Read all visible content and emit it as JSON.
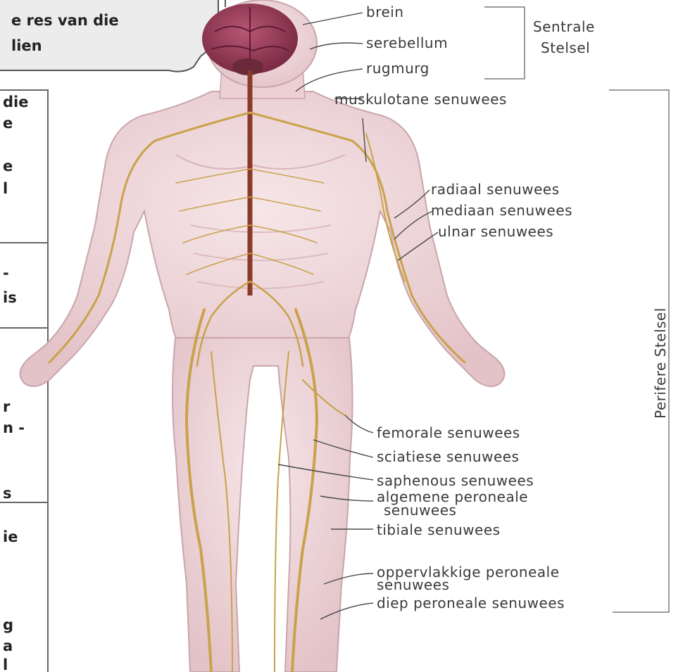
{
  "bubble": {
    "line1": "e res van die",
    "line2": "lien"
  },
  "side_fragments": [
    "die",
    "e",
    "e",
    "l",
    "-",
    "is",
    "r",
    "n -",
    "s",
    "ie",
    "g",
    "a",
    "l"
  ],
  "central_system": {
    "title_line1": "Sentrale",
    "title_line2": "Stelsel"
  },
  "peripheral_system": {
    "title": "Perifere Stelsel"
  },
  "labels": {
    "brein": "brein",
    "serebellum": "serebellum",
    "rugmurg": "rugmurg",
    "muskulotane": "muskulotane senuwees",
    "radiaal": "radiaal senuwees",
    "mediaan": "mediaan senuwees",
    "ulnar": "ulnar senuwees",
    "femorale": "femorale senuwees",
    "sciatiese": "sciatiese senuwees",
    "saphenous": "saphenous senuwees",
    "peroneale_line1": "algemene peroneale",
    "peroneale_line2": "senuwees",
    "tibiale": "tibiale senuwees",
    "oppervlakkige_line1": "oppervlakkige peroneale",
    "oppervlakkige_line2": "senuwees",
    "diep": "diep peroneale senuwees"
  },
  "colors": {
    "skin": "#f0d9dc",
    "skin_shadow": "#d9b7bc",
    "brain": "#9b3d5a",
    "nerve": "#c9a24a",
    "spine": "#8a3a2a"
  }
}
